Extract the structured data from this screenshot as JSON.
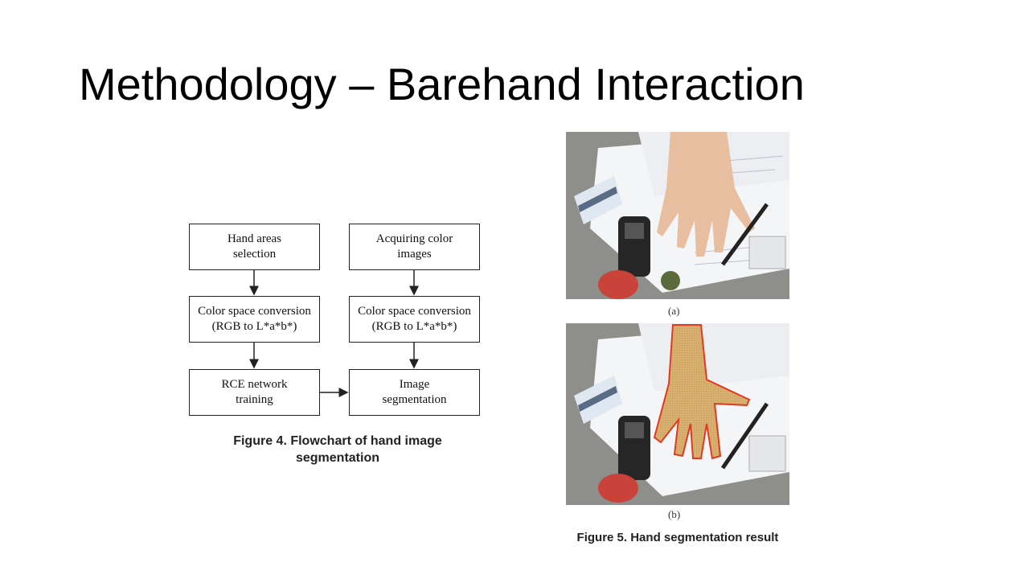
{
  "slide": {
    "title": "Methodology – Barehand Interaction"
  },
  "flowchart": {
    "boxes": {
      "hand_areas": "Hand areas\nselection",
      "acquiring": "Acquiring color\nimages",
      "conv_left": "Color space conversion\n(RGB to L*a*b*)",
      "conv_right": "Color space conversion\n(RGB to L*a*b*)",
      "rce": "RCE network\ntraining",
      "segmentation": "Image\nsegmentation"
    },
    "caption": "Figure 4. Flowchart of hand image\nsegmentation"
  },
  "photos": {
    "label_a": "(a)",
    "label_b": "(b)",
    "caption": "Figure 5. Hand segmentation result"
  }
}
